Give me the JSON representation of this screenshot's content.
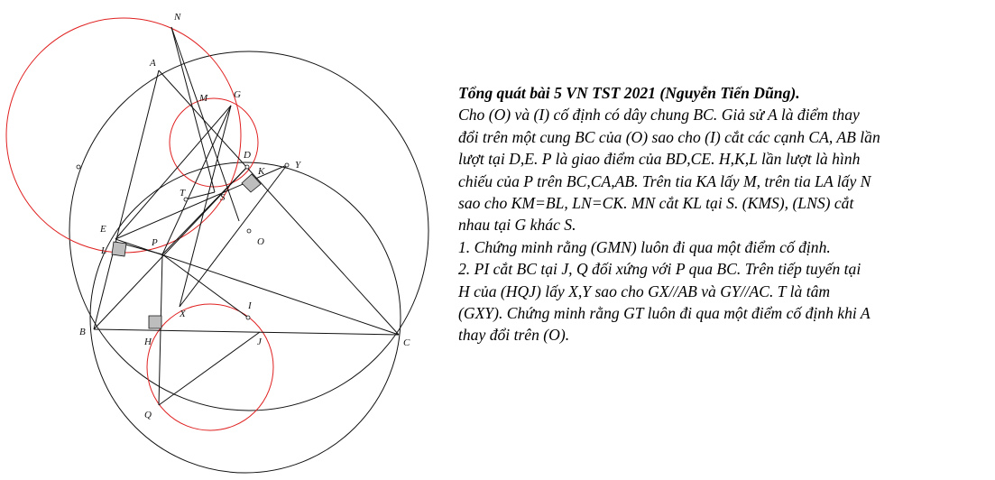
{
  "problem": {
    "title": "Tổng quát bài 5 VN TST 2021 (Nguyễn Tiến Dũng).",
    "lines": [
      "Cho (O) và (I) cố định có dây chung BC. Giả sử A là điểm thay",
      "đổi trên một cung BC của (O) sao cho (I) cắt các cạnh CA, AB lần",
      "lượt tại D,E. P là giao điểm của BD,CE. H,K,L lần lượt là hình",
      "chiếu của P trên BC,CA,AB. Trên tia KA lấy M, trên tia LA lấy N",
      "sao cho KM=BL, LN=CK. MN cắt KL tại S. (KMS), (LNS) cắt",
      "nhau tại G khác S.",
      "1. Chứng minh rằng (GMN) luôn đi qua một điểm cố định.",
      "2. PI cắt BC tại J, Q đối xứng với P qua BC. Trên tiếp tuyến tại",
      "H của (HQJ) lấy X,Y sao cho GX//AB và GY//AC. T là tâm",
      "(GXY). Chứng minh rằng GT luôn đi qua một điểm cố định khi A",
      "thay đổi trên (O)."
    ]
  },
  "figure": {
    "colors": {
      "stroke": "#111111",
      "circle_red": "#e02020",
      "marker_fill": "#bdbdbd"
    },
    "points": {
      "N": "N",
      "A": "A",
      "M": "M",
      "G": "G",
      "D": "D",
      "K": "K",
      "Y": "Y",
      "T": "T",
      "S": "S",
      "E": "E",
      "L": "L",
      "P": "P",
      "O": "O",
      "X": "X",
      "I": "I",
      "B": "B",
      "H": "H",
      "J": "J",
      "C": "C",
      "Q": "Q"
    }
  }
}
